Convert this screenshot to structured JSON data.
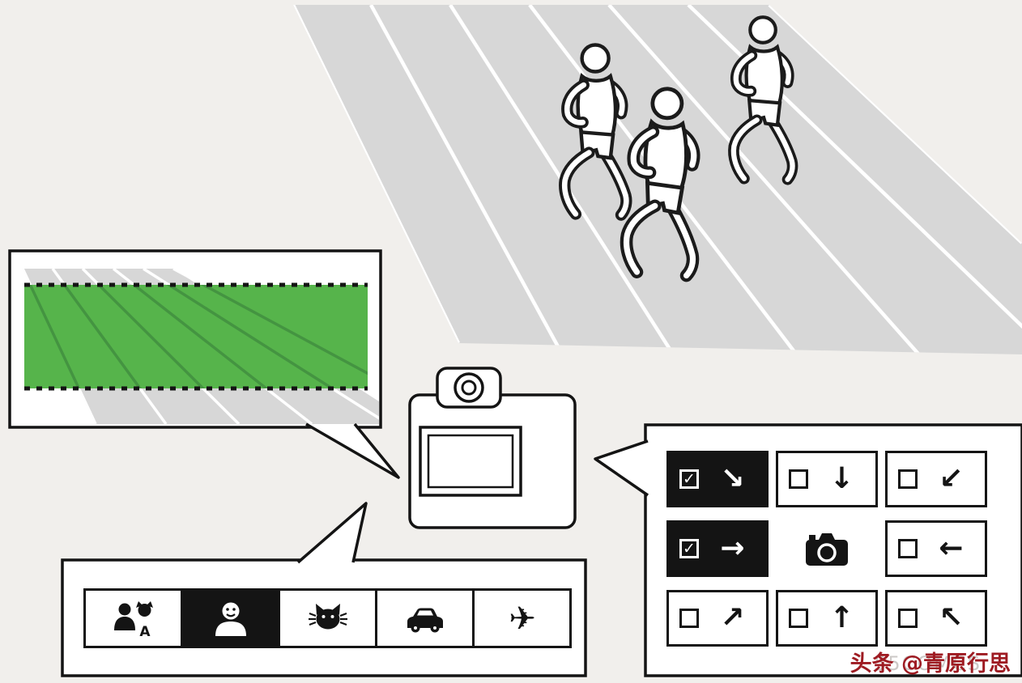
{
  "page": {
    "background": "#f1efec",
    "ink": "#141414",
    "track_gray": "#d7d7d7",
    "focus_green": "#56b44b",
    "watermark_red": "#9e1b22"
  },
  "scene": {
    "track": "running-track-with-three-runners",
    "camera": "camera-back-illustration",
    "focus_callout": "green-focus-area-band-over-track"
  },
  "subject_panel": {
    "items": [
      {
        "id": "auto",
        "name": "subject-auto",
        "icon": "person-and-animal-auto-icon",
        "badge": "A",
        "selected": false
      },
      {
        "id": "human",
        "name": "subject-human",
        "icon": "human-icon",
        "selected": true
      },
      {
        "id": "animal",
        "name": "subject-animal",
        "icon": "animal-icon",
        "selected": false
      },
      {
        "id": "car",
        "name": "subject-car",
        "icon": "car-icon",
        "selected": false
      },
      {
        "id": "airplane",
        "name": "subject-airplane",
        "icon": "airplane-icon",
        "selected": false
      }
    ]
  },
  "direction_grid": {
    "check_glyph": "✓",
    "center_icon": "camera-icon",
    "cells": [
      {
        "name": "down-right",
        "arrow": "↘",
        "checked": true
      },
      {
        "name": "down",
        "arrow": "↓",
        "checked": false
      },
      {
        "name": "down-left",
        "arrow": "↙",
        "checked": false
      },
      {
        "name": "right",
        "arrow": "→",
        "checked": true
      },
      {
        "name": "camera-center",
        "type": "camera"
      },
      {
        "name": "left",
        "arrow": "←",
        "checked": false
      },
      {
        "name": "up-right",
        "arrow": "↗",
        "checked": false
      },
      {
        "name": "up",
        "arrow": "↑",
        "checked": false
      },
      {
        "name": "up-left",
        "arrow": "↖",
        "checked": false
      }
    ]
  },
  "watermark": {
    "text": "头条 @青原行思",
    "shadow_text": "55COMCS"
  }
}
